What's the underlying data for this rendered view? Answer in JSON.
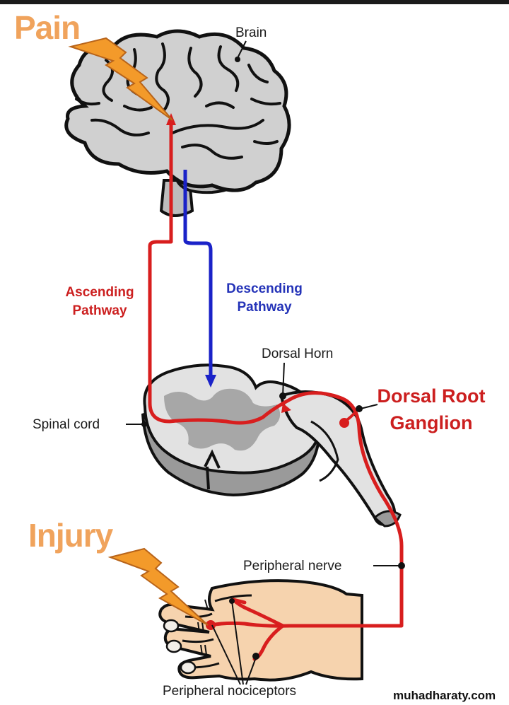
{
  "labels": {
    "pain": "Pain",
    "brain": "Brain",
    "ascending_pathway": "Ascending\nPathway",
    "descending_pathway": "Descending\nPathway",
    "dorsal_horn": "Dorsal Horn",
    "dorsal_root_ganglion": "Dorsal Root\nGanglion",
    "spinal_cord": "Spinal cord",
    "injury": "Injury",
    "peripheral_nerve": "Peripheral nerve",
    "peripheral_nociceptors": "Peripheral nociceptors"
  },
  "watermark": "muhadharaty.com",
  "colors": {
    "ascending": "#d81e1e",
    "descending": "#1a22c8",
    "pain_label": "#f0a35c",
    "lightning": "#f39a2a",
    "brain_fill": "#cfcfcf",
    "hand_fill": "#f6d3ae"
  },
  "icons": {
    "pain_bolt": "lightning-bolt-icon",
    "injury_bolt": "lightning-bolt-icon"
  }
}
